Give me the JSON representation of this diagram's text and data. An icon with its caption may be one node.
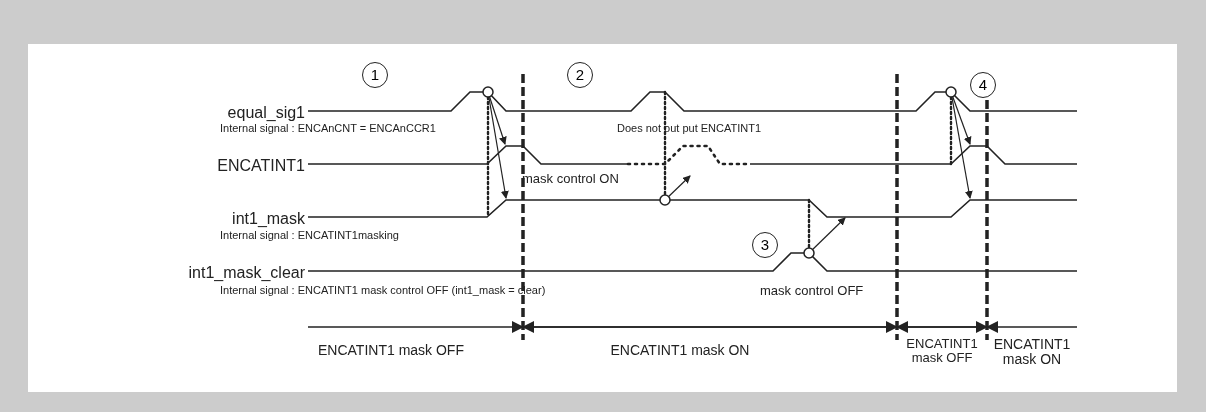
{
  "diagram": {
    "labels": [
      "1",
      "2",
      "4",
      "equal_sig1",
      "Internal signal : ENCAnCNT = ENCAnCCR1",
      "Does not out put ENCATINT1",
      "ENCATINT1",
      "mask control ON",
      "int1_mask",
      "Internal signal : ENCATINT1masking",
      "3",
      "int1_mask_clear",
      "Internal signal : ENCATINT1 mask control OFF (int1_mask = clear)",
      "mask control OFF",
      "ENCATINT1 mask OFF",
      "ENCATINT1 mask ON",
      "ENCATINT1 mask OFF",
      "ENCATINT1 mask ON"
    ]
  }
}
